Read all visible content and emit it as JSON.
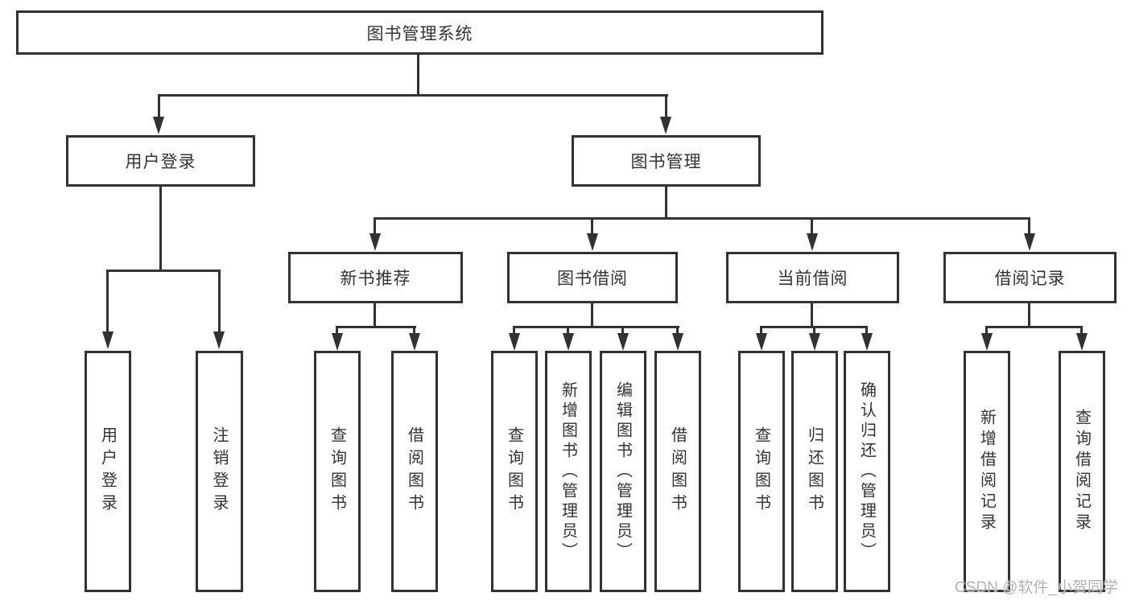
{
  "diagram": {
    "root": {
      "label": "图书管理系统"
    },
    "level2": {
      "login": {
        "label": "用户登录"
      },
      "management": {
        "label": "图书管理"
      }
    },
    "level3": {
      "recommend": {
        "label": "新书推荐"
      },
      "borrow": {
        "label": "图书借阅"
      },
      "current": {
        "label": "当前借阅"
      },
      "records": {
        "label": "借阅记录"
      }
    },
    "leaves": {
      "login": [
        "用户登录",
        "注销登录"
      ],
      "recommend": [
        "查询图书",
        "借阅图书"
      ],
      "borrow": [
        "查询图书",
        "新增图书（管理员）",
        "编辑图书（管理员）",
        "借阅图书"
      ],
      "current": [
        "查询图书",
        "归还图书",
        "确认归还（管理员）"
      ],
      "records": [
        "新增借阅记录",
        "查询借阅记录"
      ]
    }
  },
  "watermark": {
    "text": "CSDN @软件_小贺同学"
  },
  "colors": {
    "line": "#323232",
    "text": "#333333",
    "watermark": "#b2b2b2",
    "background": "#ffffff"
  }
}
